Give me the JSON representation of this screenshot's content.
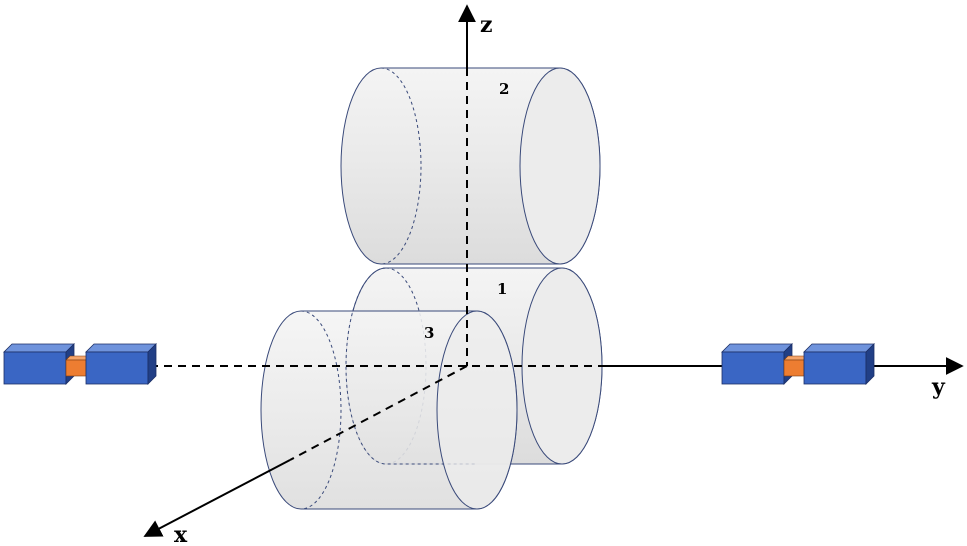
{
  "axes": {
    "z_label": "z",
    "y_label": "y",
    "x_label": "x"
  },
  "cylinders": [
    {
      "id": "1",
      "label": "1"
    },
    {
      "id": "2",
      "label": "2"
    },
    {
      "id": "3",
      "label": "3"
    }
  ],
  "colors": {
    "cylinder_fill": "#eeeeee",
    "cylinder_stroke": "#3a4a7a",
    "axis": "#000000",
    "block_blue": "#3a66c4",
    "block_blue_top": "#6f93dc",
    "block_blue_side": "#213f86",
    "block_orange": "#ed7d31",
    "block_orange_top": "#f4a46a"
  }
}
